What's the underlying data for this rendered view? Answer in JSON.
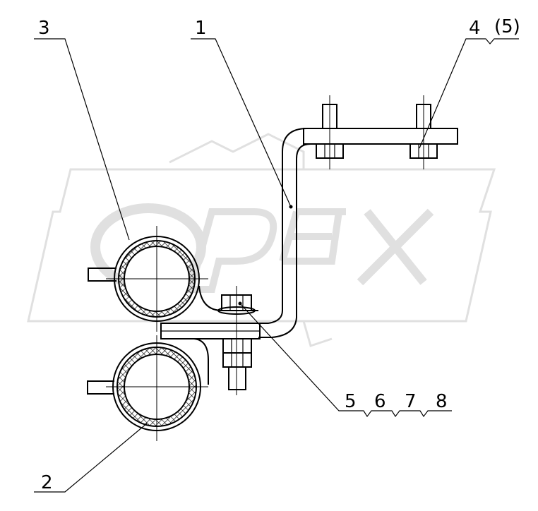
{
  "callouts": {
    "c1": "1",
    "c2": "2",
    "c3": "3",
    "c4": "4",
    "c4_alt": "(5)",
    "c5": "5",
    "c6": "6",
    "c7": "7",
    "c8": "8"
  },
  "watermark": {
    "text": "OPEX",
    "color": "#d9d9d9"
  },
  "colors": {
    "line": "#000000",
    "background": "#ffffff"
  }
}
